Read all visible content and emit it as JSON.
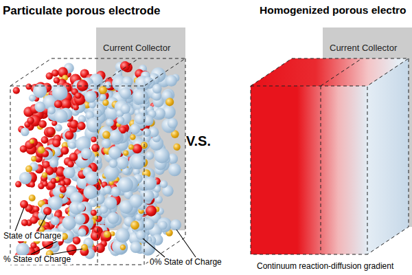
{
  "diagram": {
    "nodes": [
      {
        "text": [
          "Current Collector"
        ]
      },
      {
        "text": [
          "Current Collector"
        ]
      }
    ],
    "labels": [
      "Particulate porous electrode",
      "Homogenized porous electro",
      "V.S.",
      "State of Charge",
      "% State of Charge",
      "0% State of Charge",
      "Continuum reaction-diffusion gradient"
    ]
  }
}
